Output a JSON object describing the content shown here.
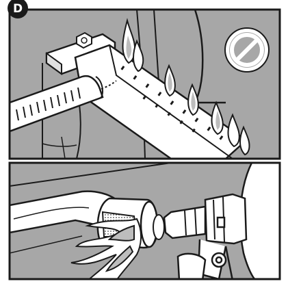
{
  "figure": {
    "badge_letter": "D",
    "prohibited_icon": "prohibition-icon",
    "colors": {
      "panel_background": "#a7a7a7",
      "frame": "#1a1a1a",
      "pipe": "#ffffff",
      "flame_blue": "#bdbdbd",
      "flame_inner": "#ffffff"
    },
    "top_panel": {
      "subject": "burner-flames-incorrect"
    },
    "bottom_panel": {
      "subject": "burner-venturi-flame"
    }
  }
}
